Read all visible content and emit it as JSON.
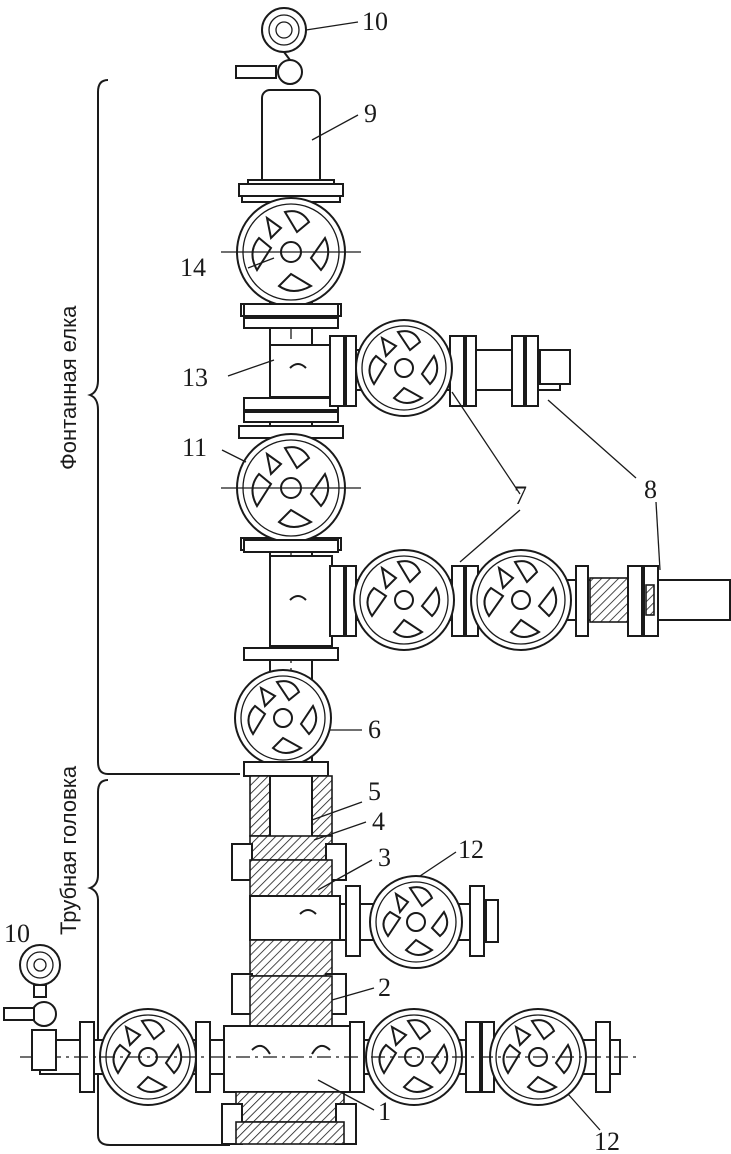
{
  "labels": {
    "l1": "1",
    "l2": "2",
    "l3": "3",
    "l4": "4",
    "l5": "5",
    "l6": "6",
    "l7": "7",
    "l8": "8",
    "l9": "9",
    "l10a": "10",
    "l10b": "10",
    "l11": "11",
    "l12a": "12",
    "l12b": "12",
    "l13": "13",
    "l14": "14"
  },
  "sections": {
    "christmas_tree": "Фонтанная елка",
    "tubing_head": "Трубная головка"
  },
  "colors": {
    "ink": "#1a1a1a",
    "paper": "#ffffff"
  }
}
